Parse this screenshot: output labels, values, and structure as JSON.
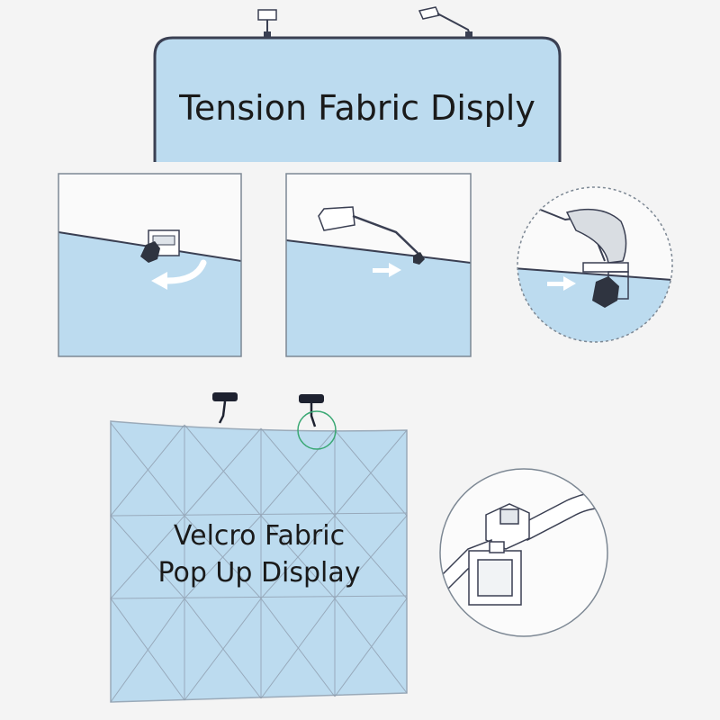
{
  "top_display": {
    "title": "Tension Fabric Disply"
  },
  "bottom_display": {
    "line1": "Velcro Fabric",
    "line2": "Pop Up Display"
  },
  "colors": {
    "fabric_blue": "#bcdbef",
    "frame_dark": "#3a3f52",
    "line_gray": "#7d8894",
    "background": "#f4f4f4",
    "accent_green": "#3aa874"
  }
}
